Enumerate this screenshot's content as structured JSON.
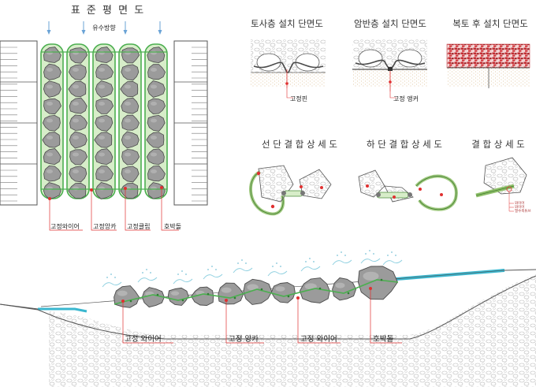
{
  "plan": {
    "title": "표 준 평 면 도",
    "flow_label": "유수방향",
    "labels": [
      "고정와이어",
      "고정앙카",
      "고정클립",
      "호박돌"
    ]
  },
  "sections": {
    "soil": {
      "title": "토사층 설치 단면도",
      "label": "고정핀"
    },
    "rock": {
      "title": "암반층 설치 단면도",
      "label": "고정 앵커"
    },
    "backfill": {
      "title": "복토 후 설치 단면도"
    }
  },
  "details": {
    "upper": {
      "title": "선 단 결 합 상 세 도"
    },
    "lower": {
      "title": "하 단 결 합 상 세 도"
    },
    "joint": {
      "title": "결 합 상 세 도",
      "legend": [
        "와이어",
        "와이어",
        "열수축튜브"
      ]
    }
  },
  "profile": {
    "labels": [
      "고정 와이어",
      "고정 앙카",
      "고정 와이어",
      "호박돌"
    ]
  },
  "colors": {
    "net": "#4caf50",
    "net_fill": "#d7edc9",
    "stone": "#9b9b9b",
    "stone_edge": "#4a4a4a",
    "marker": "#e03030",
    "water": "#3ab7cf",
    "flow_arrow": "#6aa3d6",
    "brick": "#c0262c"
  }
}
